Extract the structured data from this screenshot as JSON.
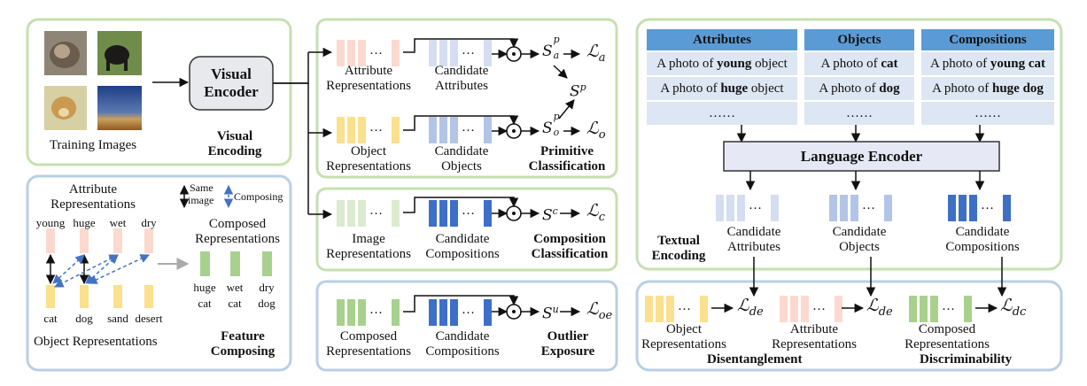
{
  "visual_encoding": {
    "training_images": "Training Images",
    "encoder": [
      "Visual",
      "Encoder"
    ],
    "section": [
      "Visual",
      "Encoding"
    ]
  },
  "primitive": {
    "attr_repr": [
      "Attribute",
      "Representations"
    ],
    "cand_attr": [
      "Candidate",
      "Attributes"
    ],
    "obj_repr": [
      "Object",
      "Representations"
    ],
    "cand_obj": [
      "Candidate",
      "Objects"
    ],
    "section": [
      "Primitive",
      "Classification"
    ],
    "sa": "S",
    "sa_sup": "p",
    "sa_sub": "a",
    "so": "S",
    "so_sup": "p",
    "so_sub": "o",
    "sp": "S",
    "sp_sup": "p",
    "la": "ℒ",
    "la_sub": "a",
    "lo": "ℒ",
    "lo_sub": "o"
  },
  "composition": {
    "img_repr": [
      "Image",
      "Representations"
    ],
    "cand_comp": [
      "Candidate",
      "Compositions"
    ],
    "section": [
      "Composition",
      "Classification"
    ],
    "sc": "S",
    "sc_sup": "c",
    "lc": "ℒ",
    "lc_sub": "c"
  },
  "outlier": {
    "comp_repr": [
      "Composed",
      "Representations"
    ],
    "cand_comp": [
      "Candidate",
      "Compositions"
    ],
    "section": [
      "Outlier",
      "Exposure"
    ],
    "su": "S",
    "su_sup": "u",
    "loe": "ℒ",
    "loe_sub": "oe"
  },
  "feature_composing": {
    "attr_repr": [
      "Attribute",
      "Representations"
    ],
    "attrs": [
      "young",
      "huge",
      "wet",
      "dry"
    ],
    "objs": [
      "cat",
      "dog",
      "sand",
      "desert"
    ],
    "obj_repr": "Object Representations",
    "legend_same": [
      "Same",
      "image"
    ],
    "legend_composing": "Composing",
    "composed_title": [
      "Composed",
      "Representations"
    ],
    "composed_items": [
      [
        "huge",
        "cat"
      ],
      [
        "wet",
        "cat"
      ],
      [
        "dry",
        "dog"
      ]
    ],
    "section": [
      "Feature",
      "Composing"
    ]
  },
  "textual_encoding": {
    "headers": [
      "Attributes",
      "Objects",
      "Compositions"
    ],
    "attr_rows": [
      [
        "A photo of ",
        "young",
        " object"
      ],
      [
        "A photo of ",
        "huge",
        " object"
      ],
      [
        "……"
      ]
    ],
    "obj_rows": [
      [
        "A photo of ",
        "cat",
        ""
      ],
      [
        "A photo of ",
        "dog",
        ""
      ],
      [
        "……"
      ]
    ],
    "comp_rows": [
      [
        "A photo of ",
        "young cat",
        ""
      ],
      [
        "A photo of ",
        "huge dog",
        ""
      ],
      [
        "……"
      ]
    ],
    "encoder": "Language Encoder",
    "cand_attr": [
      "Candidate",
      "Attributes"
    ],
    "cand_obj": [
      "Candidate",
      "Objects"
    ],
    "cand_comp": [
      "Candidate",
      "Compositions"
    ],
    "section": [
      "Textual",
      "Encoding"
    ]
  },
  "bottom": {
    "obj_repr": [
      "Object",
      "Representations"
    ],
    "attr_repr": [
      "Attribute",
      "Representations"
    ],
    "comp_repr": [
      "Composed",
      "Representations"
    ],
    "lde1": "ℒ",
    "lde1_sub": "de",
    "lde2": "ℒ",
    "lde2_sub": "de",
    "ldc": "ℒ",
    "ldc_sub": "dc",
    "disentanglement": "Disentanglement",
    "discriminability": "Discriminability"
  },
  "ellipsis": "…",
  "odot": "⊙",
  "colors": {
    "green_border": "#c7dfb0",
    "blue_border": "#b9cfe6",
    "attr_bar": "#fbd9cf",
    "obj_bar": "#fbe08e",
    "img_bar": "#dcebd0",
    "comp_bar": "#a9d18e",
    "cand_light": "#d4def0",
    "cand_mid": "#b3c5e6",
    "cand_dark": "#3e6fc7",
    "header_blue": "#5b9bd5",
    "row_blue": "#dde6f3",
    "encoder_fill": "#e6e8f5"
  }
}
